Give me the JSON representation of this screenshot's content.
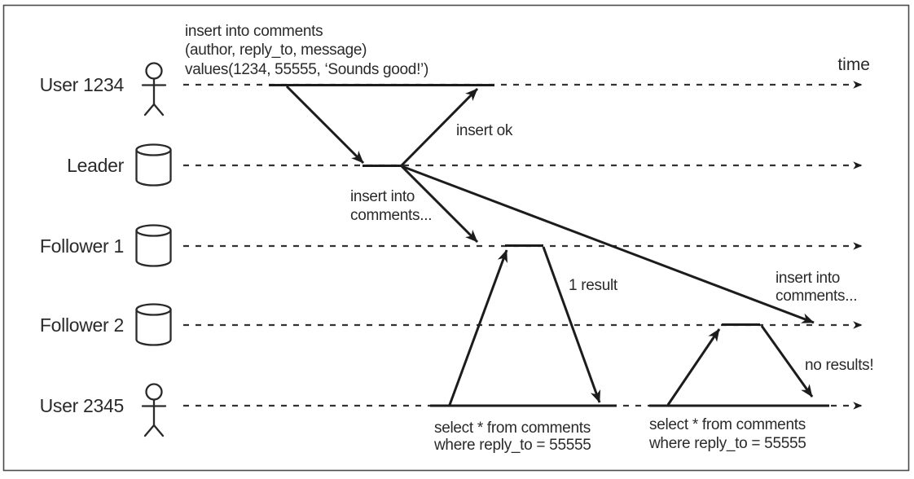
{
  "diagram": {
    "time_axis_label": "time",
    "lanes": [
      {
        "label": "User 1234",
        "icon": "person-icon"
      },
      {
        "label": "Leader",
        "icon": "database-icon"
      },
      {
        "label": "Follower 1",
        "icon": "database-icon"
      },
      {
        "label": "Follower 2",
        "icon": "database-icon"
      },
      {
        "label": "User 2345",
        "icon": "person-icon"
      }
    ],
    "messages": {
      "insert_query": [
        "insert into comments",
        "(author, reply_to, message)",
        "values(1234, 55555, ‘Sounds good!’)"
      ],
      "insert_ok": "insert ok",
      "replicate_to_follower1": [
        "insert into",
        "comments..."
      ],
      "replicate_to_follower2": [
        "insert into",
        "comments..."
      ],
      "select_query_1": [
        "select * from comments",
        "where reply_to = 55555"
      ],
      "result_follower1": "1 result",
      "select_query_2": [
        "select * from comments",
        "where reply_to = 55555"
      ],
      "result_follower2": "no results!"
    },
    "colors": {
      "background": "#ffffff",
      "line": "#1c1c1c",
      "text": "#2a2a2a",
      "border": "#4a4a4a"
    }
  }
}
